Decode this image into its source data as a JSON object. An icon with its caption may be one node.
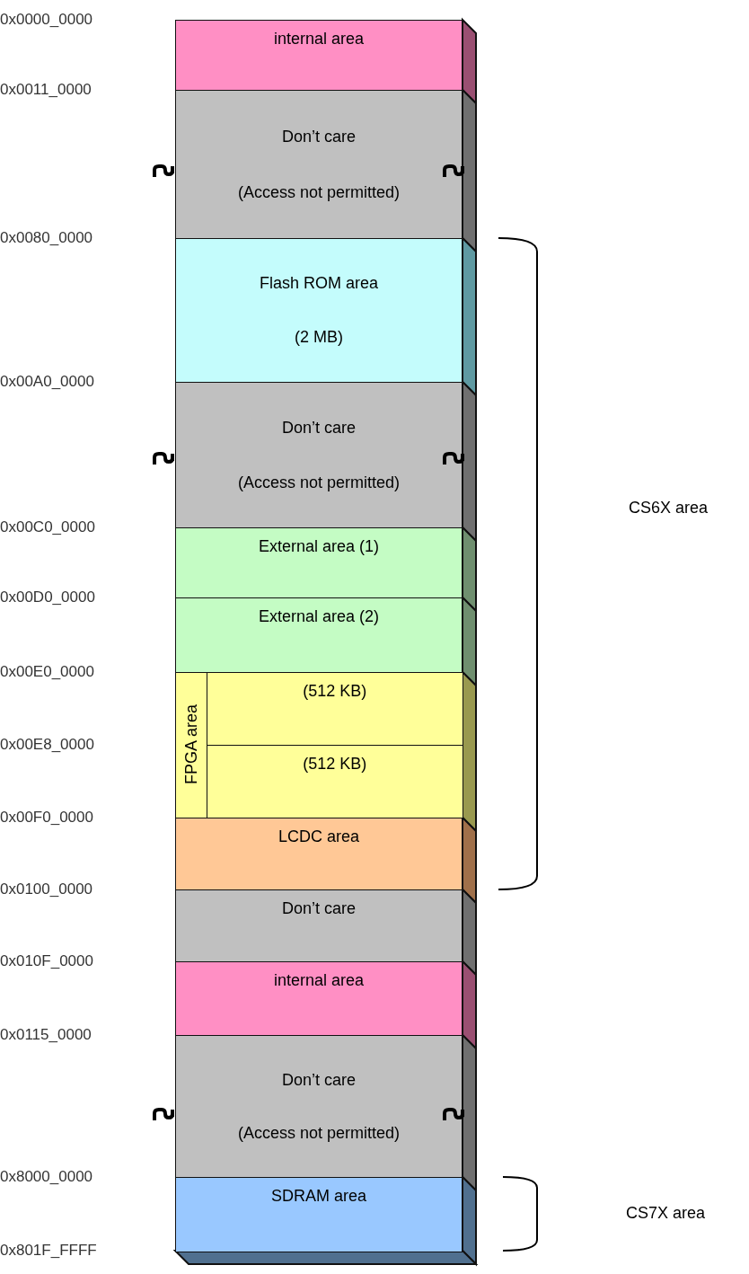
{
  "diagram": {
    "nodes": [
      {
        "text": [
          "internal area"
        ]
      },
      {
        "text": [
          "Don’t care",
          "(Access not permitted)"
        ]
      },
      {
        "text": [
          "Flash ROM area",
          "(2 MB)"
        ]
      },
      {
        "text": [
          "Don’t care",
          "(Access not permitted)"
        ]
      },
      {
        "text": [
          "External area (1)"
        ]
      },
      {
        "text": [
          "External area (2)"
        ]
      },
      {
        "text": [
          "FPGA area"
        ]
      },
      {
        "text": [
          "(512 KB)"
        ],
        "in": 6
      },
      {
        "text": [
          "(512 KB)"
        ],
        "in": 6
      },
      {
        "text": [
          "LCDC area"
        ]
      },
      {
        "text": [
          "Don’t care"
        ]
      },
      {
        "text": [
          "internal area"
        ]
      },
      {
        "text": [
          "Don’t care",
          "(Access not permitted)"
        ]
      },
      {
        "text": [
          "SDRAM area"
        ]
      }
    ],
    "labels": [
      "0x0000_0000",
      "0x0011_0000",
      "0x0080_0000",
      "0x00A0_0000",
      "0x00C0_0000",
      "0x00D0_0000",
      "0x00E0_0000",
      "0x00E8_0000",
      "0x00F0_0000",
      "0x0100_0000",
      "0x010F_0000",
      "0x0115_0000",
      "0x8000_0000",
      "0x801F_FFFF",
      "CS6X area",
      "CS7X area"
    ]
  }
}
